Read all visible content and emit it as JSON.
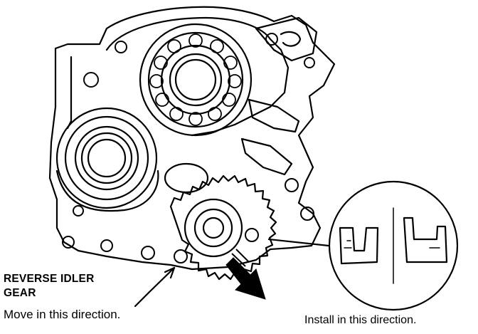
{
  "labels": {
    "part_name_line1": "REVERSE IDLER",
    "part_name_line2": "GEAR",
    "move_instruction": "Move in this direction.",
    "install_instruction": "Install in this direction."
  },
  "icons": {
    "move_arrow": "down-right-arrow",
    "detail_view": "magnified-circle"
  }
}
